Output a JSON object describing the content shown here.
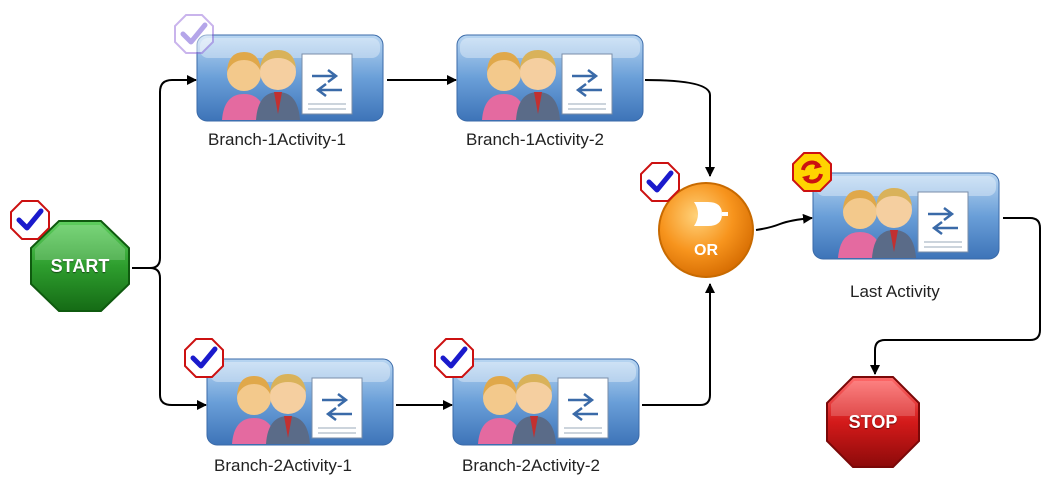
{
  "workflow": {
    "start": {
      "label": "START",
      "status": "check-icon"
    },
    "stop": {
      "label": "STOP"
    },
    "or_gate": {
      "label": "OR",
      "status": "check-icon"
    },
    "activities": [
      {
        "label": "Branch-1Activity-1",
        "status": "check-icon-faded"
      },
      {
        "label": "Branch-1Activity-2",
        "status": ""
      },
      {
        "label": "Branch-2Activity-1",
        "status": "check-icon"
      },
      {
        "label": "Branch-2Activity-2",
        "status": "check-icon"
      },
      {
        "label": "Last Activity",
        "status": "refresh-icon"
      }
    ]
  },
  "colors": {
    "start_green": "#2e9e2e",
    "stop_red": "#d41a1a",
    "or_orange": "#f7941d",
    "card_blue": "#6a9fd8",
    "check_blue": "#1a1acc",
    "badge_red": "#cc1111",
    "refresh_yellow": "#ffd400"
  }
}
